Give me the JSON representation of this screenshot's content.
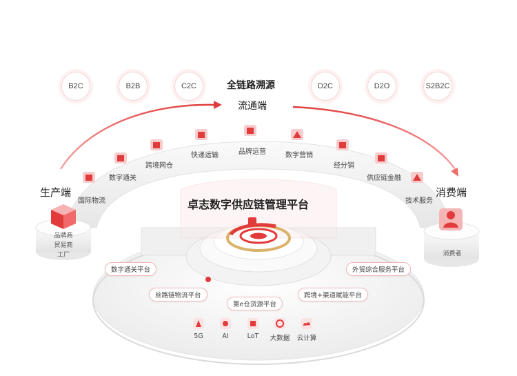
{
  "header": {
    "title": "全链路溯源",
    "subtitle": "流通端"
  },
  "sources": [
    "B2C",
    "B2B",
    "C2C",
    "D2C",
    "D2O",
    "S2B2C"
  ],
  "producer": {
    "title": "生产端",
    "items": [
      "品牌商",
      "贸易商",
      "工厂"
    ]
  },
  "consumer": {
    "title": "消费端",
    "items": [
      "消费者"
    ]
  },
  "arc_services": [
    "国际物流",
    "数字通关",
    "跨境网仓",
    "快递运输",
    "品牌运营",
    "数字营销",
    "经分销",
    "供应链金融",
    "技术服务"
  ],
  "platform_title": "卓志数字供应链管理平台",
  "platforms": [
    "数字通关平台",
    "外贸综合服务平台",
    "丝路链物流平台",
    "跨境+渠道赋能平台",
    "第e仓货源平台"
  ],
  "tech": [
    "5G",
    "AI",
    "LoT",
    "大数据",
    "云计算"
  ],
  "colors": {
    "accent": "#e23b3b",
    "arrow": "#ef6b6b",
    "ring": "#d9b26a"
  }
}
